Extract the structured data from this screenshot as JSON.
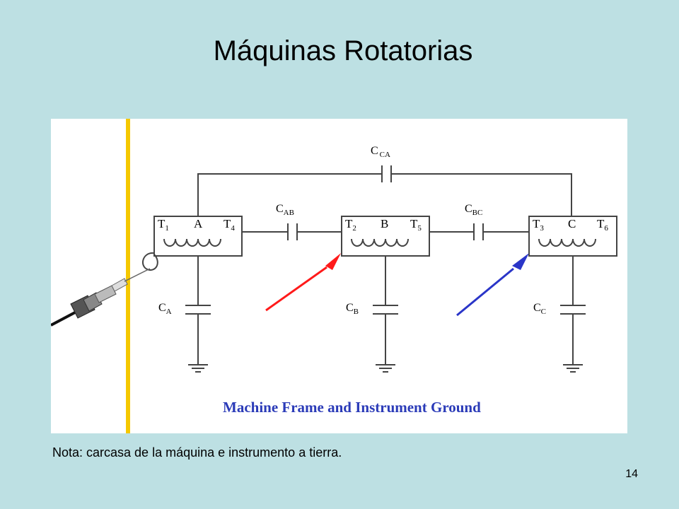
{
  "slide": {
    "title": "Máquinas Rotatorias",
    "note": "Nota: carcasa de la máquina e instrumento a tierra.",
    "page_number": "14"
  },
  "diagram": {
    "caption": "Machine Frame and Instrument Ground",
    "caption_color": "#2b3bb8",
    "frame_color": "#f5c800",
    "lead_colors": {
      "phase_b": "#ff1a1a",
      "phase_c": "#2a35c8"
    },
    "phases": [
      {
        "t_left_main": "T",
        "t_left_sub": "1",
        "phase": "A",
        "t_right_main": "T",
        "t_right_sub": "4"
      },
      {
        "t_left_main": "T",
        "t_left_sub": "2",
        "phase": "B",
        "t_right_main": "T",
        "t_right_sub": "5"
      },
      {
        "t_left_main": "T",
        "t_left_sub": "3",
        "phase": "C",
        "t_right_main": "T",
        "t_right_sub": "6"
      }
    ],
    "capacitors": {
      "cca": {
        "main": "C",
        "sub": "CA"
      },
      "cab": {
        "main": "C",
        "sub": "AB"
      },
      "cbc": {
        "main": "C",
        "sub": "BC"
      },
      "ca": {
        "main": "C",
        "sub": "A"
      },
      "cb": {
        "main": "C",
        "sub": "B"
      },
      "cc": {
        "main": "C",
        "sub": "C"
      }
    }
  }
}
